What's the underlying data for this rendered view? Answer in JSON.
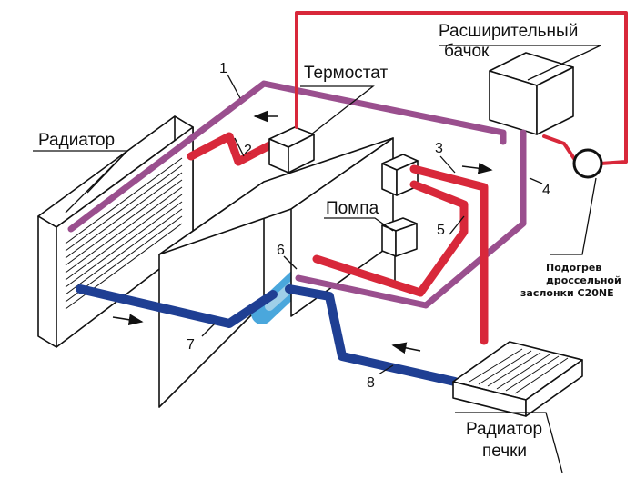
{
  "labels": {
    "radiator": "Радиатор",
    "thermostat": "Термостат",
    "expansion_tank_line1": "Расширительный",
    "expansion_tank_line2": "бачок",
    "pump": "Помпа",
    "heater_radiator_line1": "Радиатор",
    "heater_radiator_line2": "печки",
    "throttle_note_line1": "Подогрев",
    "throttle_note_line2": "дроссельной",
    "throttle_note_line3": "заслонки C20NE"
  },
  "pipe_numbers": [
    "1",
    "2",
    "3",
    "4",
    "5",
    "6",
    "7",
    "8"
  ],
  "colors": {
    "hot_red": "#d8283a",
    "purple": "#9a4f8e",
    "dark_blue": "#1f3f93",
    "light_blue": "#4aa7dc",
    "pale_blue": "#9fcfe8",
    "outline": "#111111"
  }
}
